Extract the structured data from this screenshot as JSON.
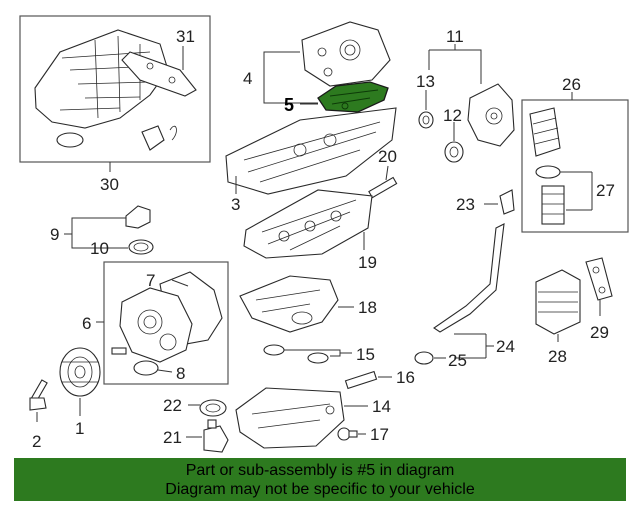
{
  "callouts": {
    "c1": "1",
    "c2": "2",
    "c3": "3",
    "c4": "4",
    "c5": "5",
    "c6": "6",
    "c7": "7",
    "c8": "8",
    "c9": "9",
    "c10": "10",
    "c11": "11",
    "c12": "12",
    "c13": "13",
    "c14": "14",
    "c15": "15",
    "c16": "16",
    "c17": "17",
    "c18": "18",
    "c19": "19",
    "c20": "20",
    "c21": "21",
    "c22": "22",
    "c23": "23",
    "c24": "24",
    "c25": "25",
    "c26": "26",
    "c27": "27",
    "c28": "28",
    "c29": "29",
    "c30": "30",
    "c31": "31"
  },
  "highlight_color": "#2d7a1f",
  "banner": {
    "line1": "Part or sub-assembly is #5 in diagram",
    "line2": "Diagram may not be specific to your vehicle"
  }
}
